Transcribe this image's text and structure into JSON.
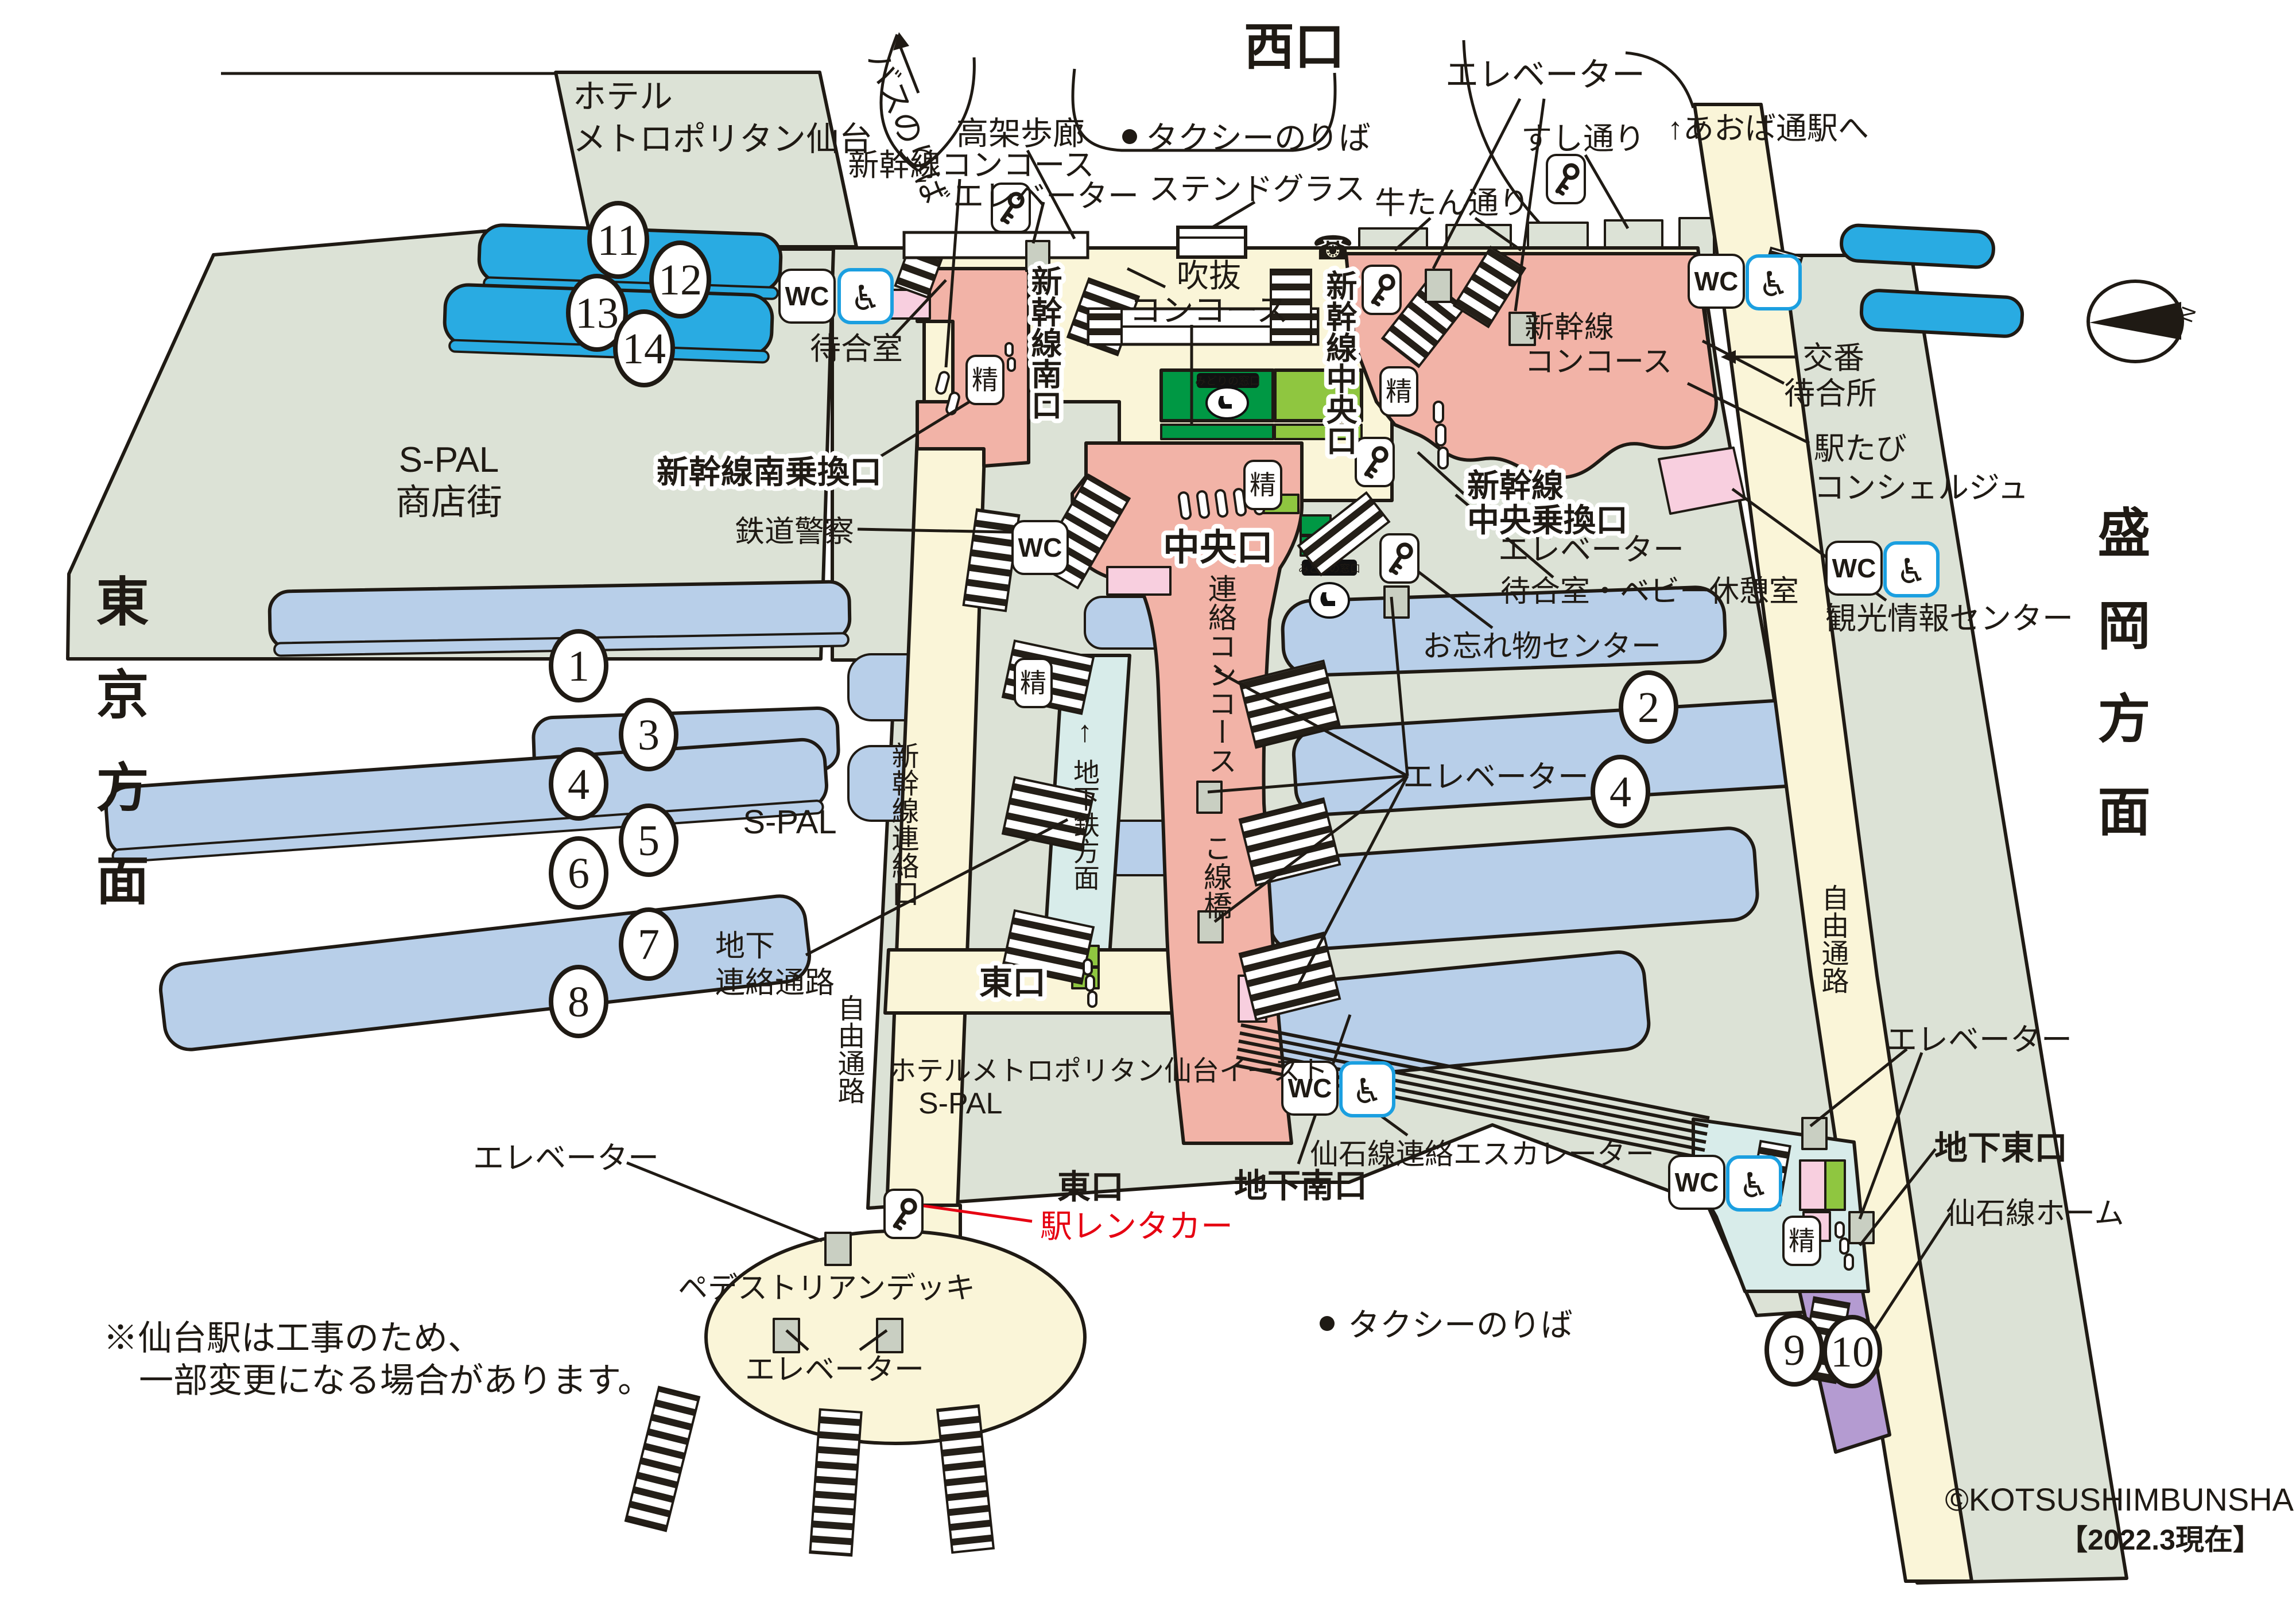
{
  "labels": {
    "nishiguchi": "西口",
    "elevator": "エレベーター",
    "hotel_1": "ホテル",
    "hotel_2": "メトロポリタン仙台",
    "bus_noriba": "バスのりば",
    "koka_horo": "高架歩廊",
    "shinkansen_concourse": "新幹線コンコース",
    "taxi_noriba": "タクシーのりば",
    "stained_glass": "ステンドグラス",
    "gyutan_dori": "牛たん通り",
    "sushi_dori": "すし通り",
    "aoba_dori": "↑あおば通駅へ",
    "koban": "交番",
    "machiai_jo": "待合所",
    "ekitabi_1": "駅たび",
    "ekitabi_2": "コンシェルジュ",
    "kanko_joho": "観光情報センター",
    "machiai_shitsu": "待合室",
    "shinkansen_minamiguchi": "新幹線南口",
    "shinkansen_minami_norikae": "新幹線南乗換口",
    "tetsudo_keisatsu": "鉄道警察",
    "fukinuke": "吹抜",
    "concourse": "コンコース",
    "shinkansen": "新幹線",
    "chuo_norikae": "中央乗換口",
    "shinkansen_chuoguchi": "新幹線中央口",
    "chuoguchi": "中央口",
    "renraku_concourse": "連絡コンコース",
    "kosenkyo": "こ線橋",
    "machiai_baby": "待合室・ベビー休憩室",
    "owasuremono": "お忘れ物センター",
    "spal": "S-PAL",
    "shotengai": "商店街",
    "chika": "地下",
    "renraku_tsuro": "連絡通路",
    "shinkansen_renrakuguchi": "新幹線連絡口",
    "jiyu_tsuro": "自由通路",
    "chikatetsu_homen": "地下鉄方面",
    "higashiguchi": "東口",
    "hotel_east": "ホテルメトロポリタン仙台イースト",
    "eki_rentacar": "駅レンタカー",
    "pedestrian_deck": "ペデストリアンデッキ",
    "chika_higashiguchi": "地下東口",
    "senseki_home": "仙石線ホーム",
    "senseki_escalator": "仙石線連絡エスカレーター",
    "chika_minamiguchi": "地下南口",
    "tokyo_homen": "東京方面",
    "morioka_homen": "盛岡方面",
    "note_1": "※仙台駅は工事のため、",
    "note_2": "一部変更になる場合があります。",
    "copyright": "©KOTSUSHIMBUNSHA",
    "date_note": "【2022.3現在】"
  },
  "platforms": {
    "p1": "1",
    "p2": "2",
    "p3": "3",
    "p4": "4",
    "p5": "5",
    "p6": "6",
    "p7": "7",
    "p8": "8",
    "p9": "9",
    "p10": "10",
    "p11": "11",
    "p12": "12",
    "p13": "13",
    "p14": "14"
  },
  "icons": {
    "wc": "WC",
    "fare": "精",
    "wheelchair": "♿",
    "phone": "☎",
    "midori": "みどりの窓口",
    "bullet": "●",
    "north": "N"
  },
  "colors": {
    "shinkansen_platform": "#29abe2",
    "local_platform": "#b8cfe9",
    "senseki_platform": "#b49bd1",
    "concourse_pink": "#f2b3a7",
    "walkway_cream": "#faf5d8",
    "subway_teal": "#d8ecea",
    "building_gray": "#dce2d6",
    "midori_green": "#009844",
    "midori_light_green": "#8fc640",
    "accent_red": "#e60012",
    "wheelchair_blue": "#1b9fe0"
  }
}
